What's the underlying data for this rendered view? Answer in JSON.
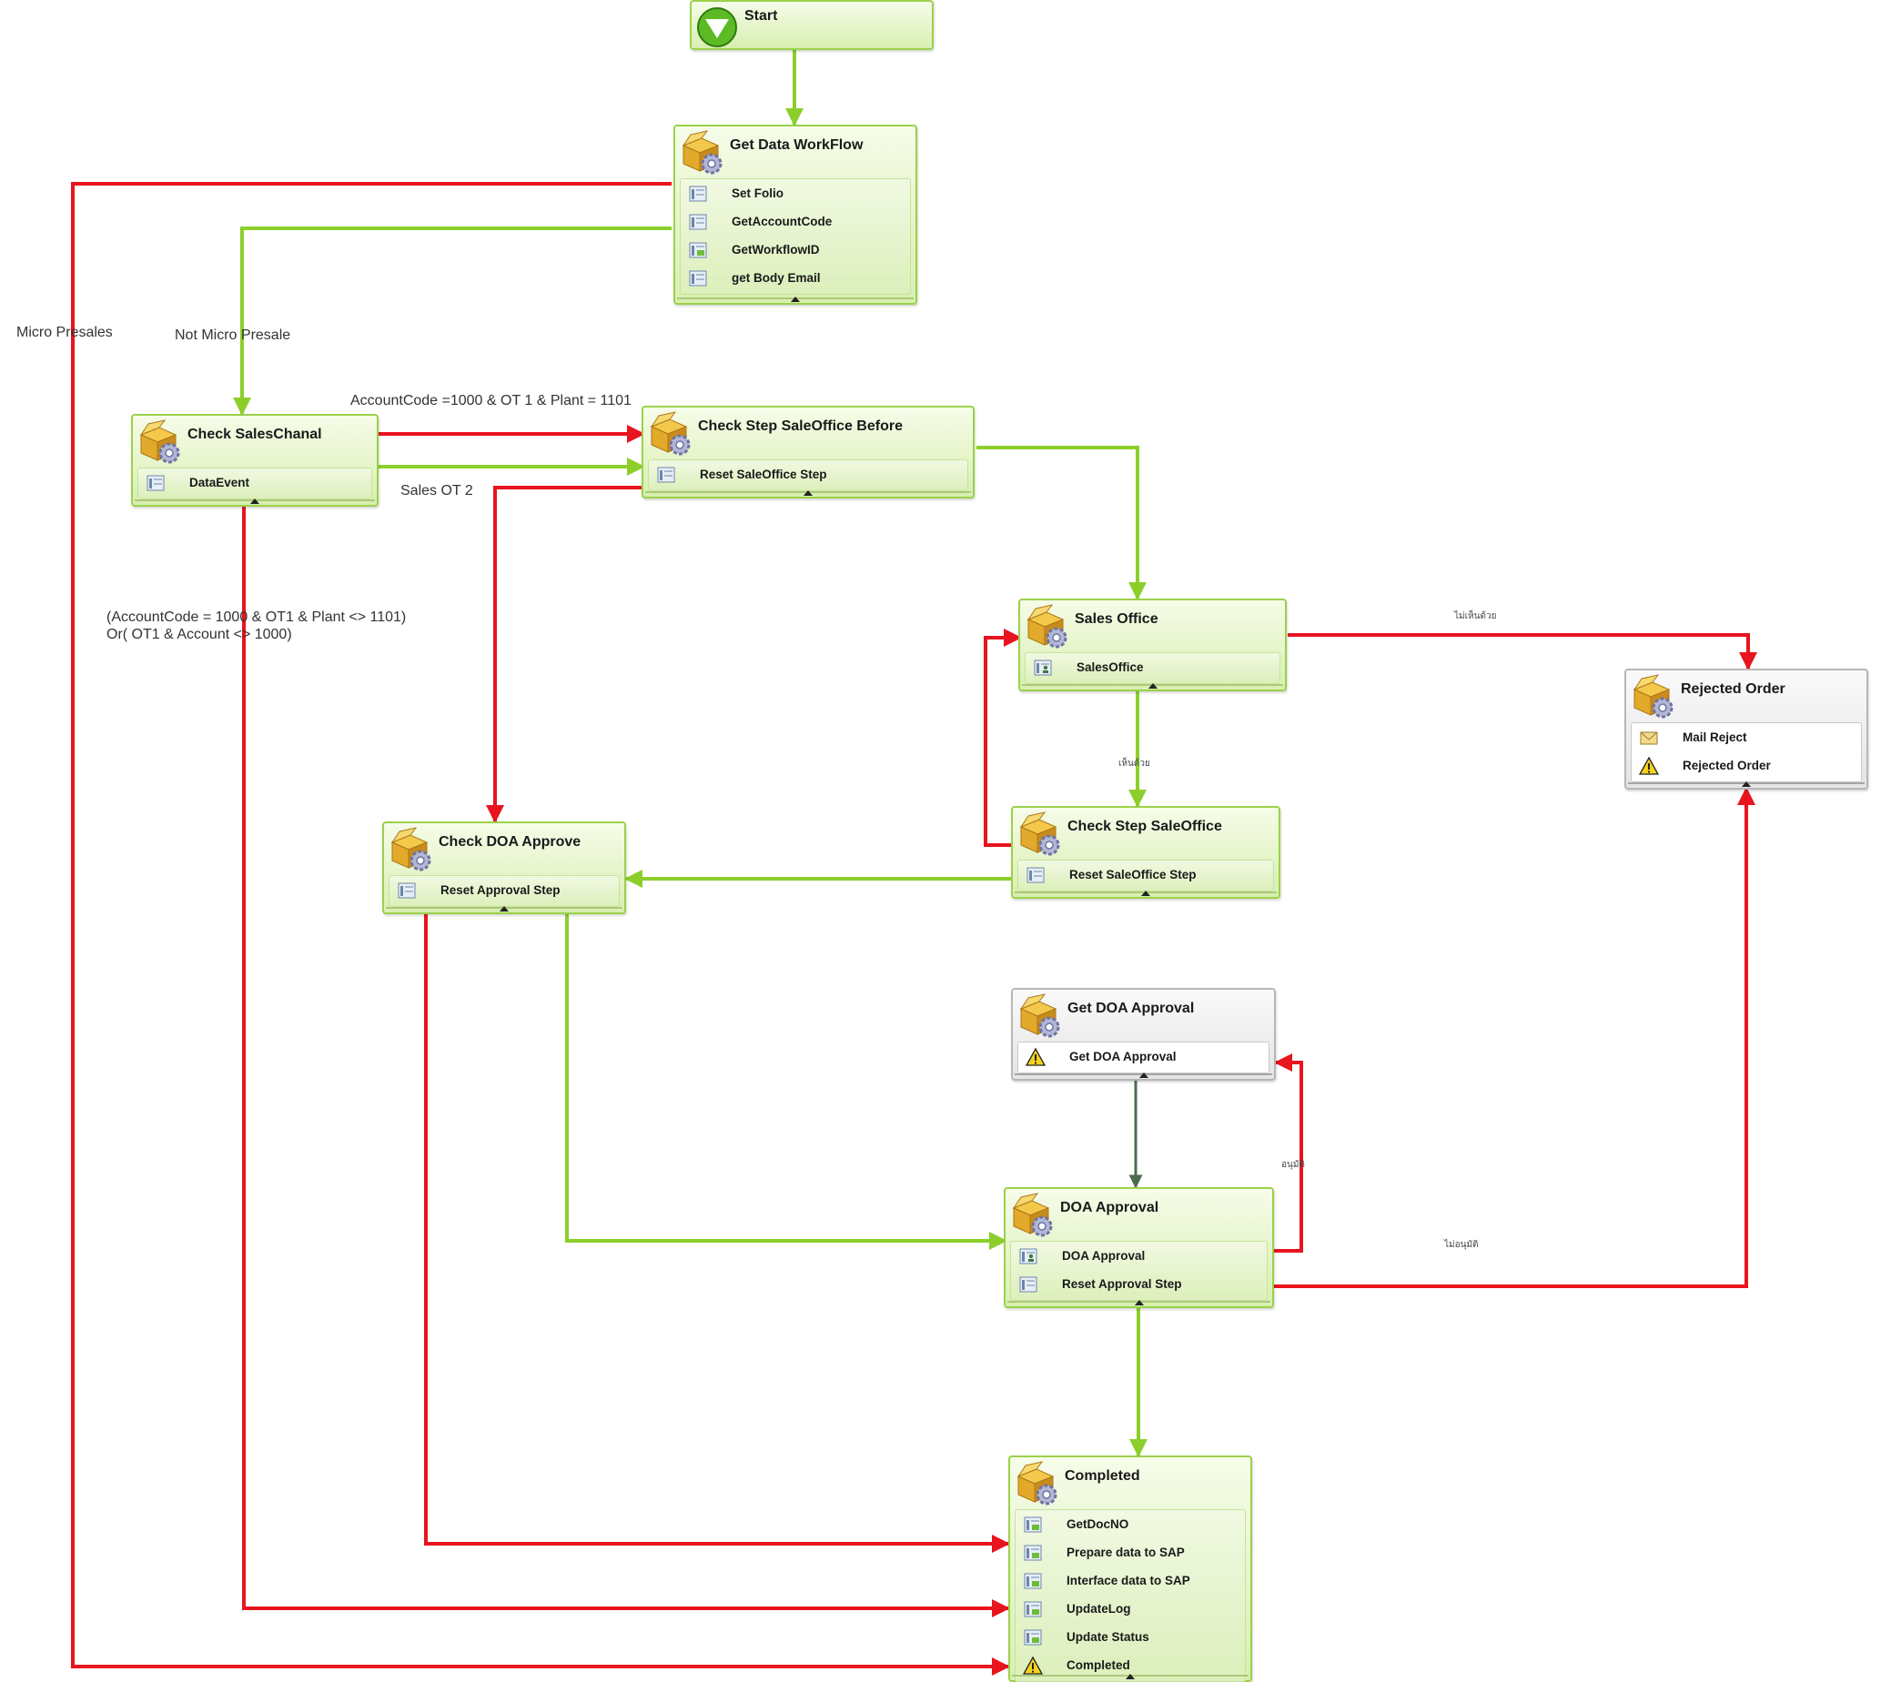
{
  "colors": {
    "green_flow": "#8ccf2b",
    "red_flow": "#e8141e",
    "dark_flow": "#4e6b4e"
  },
  "nodes": [
    {
      "name": "node-start",
      "title": "Start",
      "style": "start",
      "items": []
    },
    {
      "name": "node-get-data-workflow",
      "title": "Get Data WorkFlow",
      "style": "green",
      "items": [
        {
          "label": "Set Folio",
          "icon": "server"
        },
        {
          "label": "GetAccountCode",
          "icon": "server"
        },
        {
          "label": "GetWorkflowID",
          "icon": "server-green"
        },
        {
          "label": "get Body Email",
          "icon": "server"
        }
      ]
    },
    {
      "name": "node-check-saleschanal",
      "title": "Check SalesChanal",
      "style": "green",
      "items": [
        {
          "label": "DataEvent",
          "icon": "server"
        }
      ]
    },
    {
      "name": "node-check-step-saleoffice-before",
      "title": "Check Step SaleOffice Before",
      "style": "green",
      "items": [
        {
          "label": "Reset SaleOffice Step",
          "icon": "server"
        }
      ]
    },
    {
      "name": "node-sales-office",
      "title": "Sales Office",
      "style": "green",
      "items": [
        {
          "label": "SalesOffice",
          "icon": "person"
        }
      ]
    },
    {
      "name": "node-rejected-order",
      "title": "Rejected Order",
      "style": "gray",
      "items": [
        {
          "label": "Mail Reject",
          "icon": "mail"
        },
        {
          "label": "Rejected Order",
          "icon": "warning"
        }
      ]
    },
    {
      "name": "node-check-step-saleoffice",
      "title": "Check Step SaleOffice",
      "style": "green",
      "items": [
        {
          "label": "Reset SaleOffice Step",
          "icon": "server"
        }
      ]
    },
    {
      "name": "node-check-doa-approve",
      "title": "Check DOA Approve",
      "style": "green",
      "items": [
        {
          "label": "Reset Approval Step",
          "icon": "server"
        }
      ]
    },
    {
      "name": "node-get-doa-approval",
      "title": "Get DOA Approval",
      "style": "gray",
      "items": [
        {
          "label": "Get DOA Approval",
          "icon": "warning"
        }
      ]
    },
    {
      "name": "node-doa-approval",
      "title": "DOA Approval",
      "style": "green",
      "items": [
        {
          "label": "DOA Approval",
          "icon": "person"
        },
        {
          "label": "Reset Approval Step",
          "icon": "server"
        }
      ]
    },
    {
      "name": "node-completed",
      "title": "Completed",
      "style": "green",
      "items": [
        {
          "label": "GetDocNO",
          "icon": "server-green"
        },
        {
          "label": "Prepare data to SAP",
          "icon": "server-green"
        },
        {
          "label": "Interface data to SAP",
          "icon": "server-green"
        },
        {
          "label": "UpdateLog",
          "icon": "server-green"
        },
        {
          "label": "Update Status",
          "icon": "server-green"
        },
        {
          "label": "Completed",
          "icon": "warning"
        }
      ]
    }
  ],
  "edge_labels": {
    "micro_presales": "Micro Presales",
    "not_micro_presale": "Not Micro Presale",
    "accountcode_rule": "AccountCode =1000 & OT 1 & Plant = 1101",
    "sales_ot2": "Sales OT 2",
    "else_rule_line1": "(AccountCode = 1000 & OT1 & Plant <> 1101)",
    "else_rule_line2": "Or( OT1 & Account <> 1000)",
    "not_agree": "ไม่เห็นด้วย",
    "agree": "เห็นด้วย",
    "approve": "อนุมัติ",
    "not_approve": "ไม่อนุมัติ"
  }
}
